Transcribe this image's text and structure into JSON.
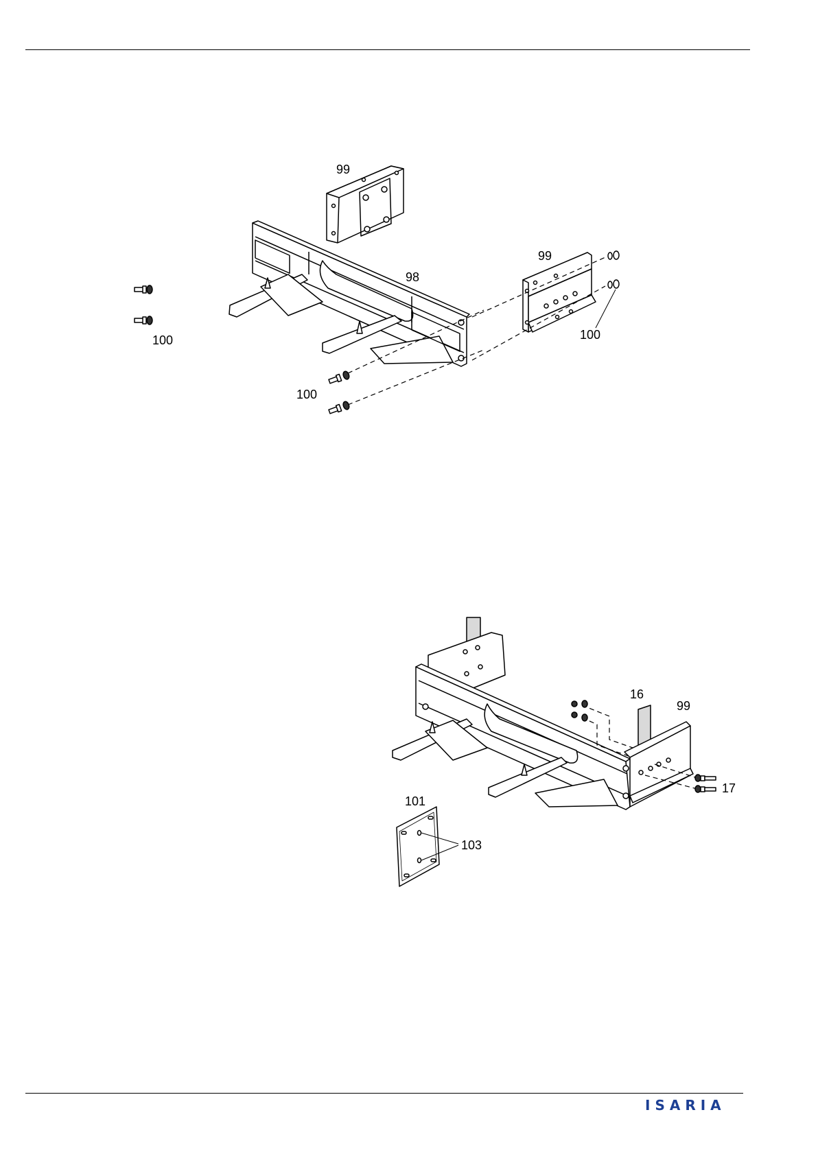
{
  "figure_top": {
    "callouts": {
      "c99a": "99",
      "c99b": "99",
      "c98": "98",
      "c100_left": "100",
      "c100_mid": "100",
      "c100_right": "100"
    }
  },
  "figure_bottom": {
    "callouts": {
      "c16": "16",
      "c99": "99",
      "c17": "17",
      "c101": "101",
      "c103": "103"
    }
  },
  "footer": {
    "logo_text": "ISARIA",
    "logo_color": "#1c3f94"
  },
  "colors": {
    "line": "#000000",
    "plate_gray": "#d9d9d9"
  }
}
